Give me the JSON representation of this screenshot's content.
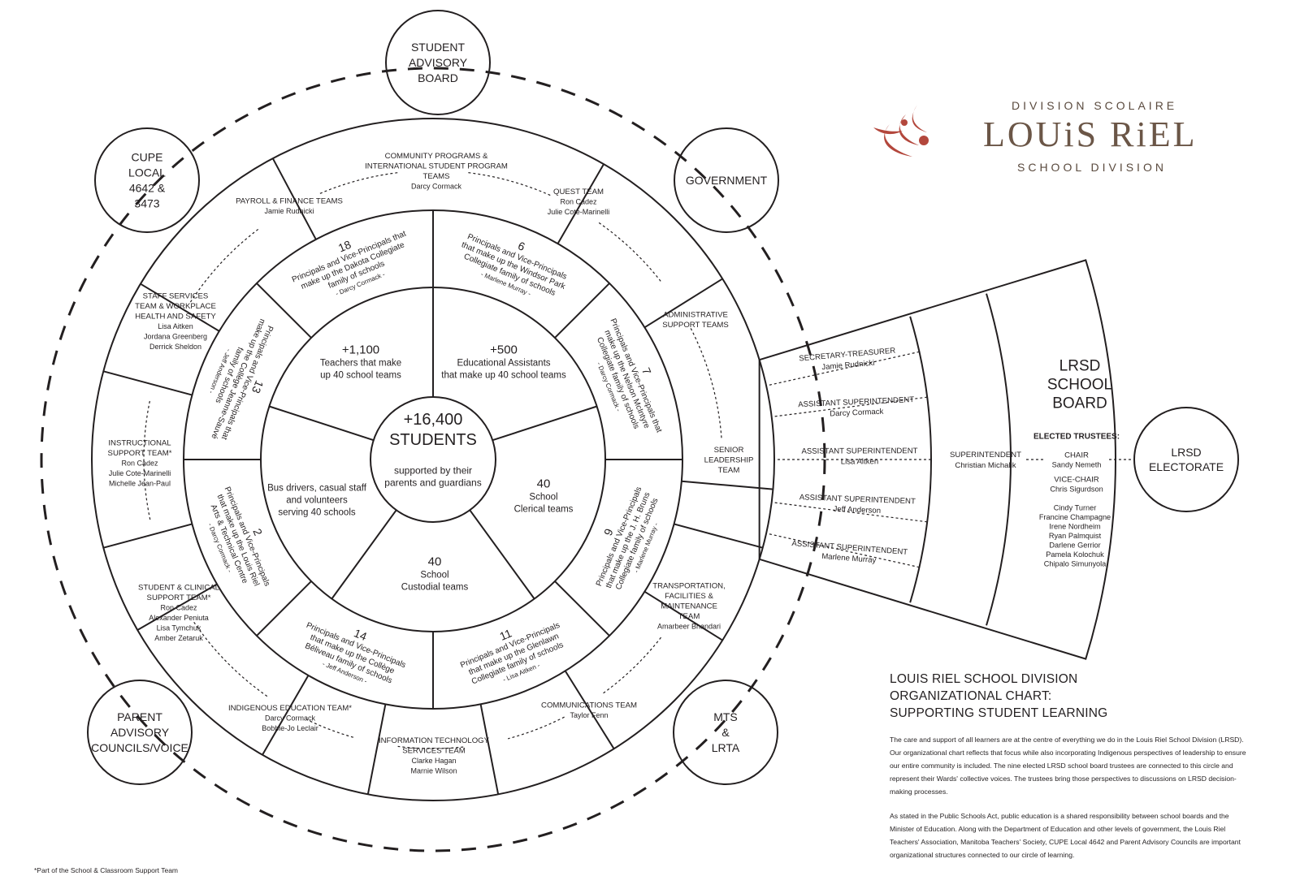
{
  "center": {
    "number": "+16,400",
    "title": "STUDENTS",
    "lines": [
      "supported by their",
      "parents and guardians"
    ]
  },
  "inner_segments": [
    {
      "lines": [
        "+1,100",
        "Teachers that make",
        "up 40 school teams"
      ]
    },
    {
      "lines": [
        "+500",
        "Educational Assistants",
        "that make up 40 school teams"
      ]
    },
    {
      "lines": [
        "40",
        "School",
        "Clerical teams"
      ]
    },
    {
      "lines": [
        "40",
        "School",
        "Custodial teams"
      ]
    },
    {
      "lines": [
        "Bus drivers, casual staff",
        "and volunteers",
        "serving 40 schools"
      ]
    }
  ],
  "families": [
    {
      "count": "18",
      "lines": [
        "Principals and Vice-Principals that",
        "make up the Dakota Collegiate",
        "family of schools",
        "- Darcy Cormack -"
      ]
    },
    {
      "count": "6",
      "lines": [
        "Principals and Vice-Principals",
        "that make up the Windsor Park",
        "Collegiate family of schools",
        "- Marlene Murray -"
      ]
    },
    {
      "count": "7",
      "lines": [
        "Principals and Vice-Principals that",
        "make up the Nelson McIntyre",
        "Collegiate family of schools",
        "- Darcy Cormack -"
      ]
    },
    {
      "count": "9",
      "lines": [
        "Principals and Vice-Principals",
        "that make up the J. H. Bruns",
        "Collegiate family of schools",
        "- Marlene Murray -"
      ]
    },
    {
      "count": "11",
      "lines": [
        "Principals and Vice-Principals",
        "that make up the Glenlawn",
        "Collegiate family of schools",
        "- Lisa Aitken -"
      ]
    },
    {
      "count": "14",
      "lines": [
        "Principals and Vice-Principals",
        "that make up the Collège",
        "Béliveau family of schools",
        "- Jeff Anderson -"
      ]
    },
    {
      "count": "2",
      "lines": [
        "Principals and Vice-Principals",
        "that make up the Louis Riel",
        "Arts & Technical Centre",
        "- Darcy Cormack -"
      ]
    },
    {
      "count": "13",
      "lines": [
        "Principals and Vice-Principals that",
        "make up the Collège Jeanne-Sauvé",
        "family of schools",
        "- Jeff Anderson -"
      ]
    }
  ],
  "teams": [
    {
      "title": [
        "COMMUNITY PROGRAMS &",
        "INTERNATIONAL STUDENT PROGRAM",
        "TEAMS"
      ],
      "members": [
        "Darcy Cormack"
      ]
    },
    {
      "title": [
        "QUEST TEAM"
      ],
      "members": [
        "Ron Cadez",
        "Julie Cote-Marinelli"
      ]
    },
    {
      "title": [
        "ADMINISTRATIVE",
        "SUPPORT TEAMS"
      ],
      "members": []
    },
    {
      "title": [
        "SENIOR",
        "LEADERSHIP",
        "TEAM"
      ],
      "members": []
    },
    {
      "title": [
        "TRANSPORTATION,",
        "FACILITIES &",
        "MAINTENANCE",
        "TEAM"
      ],
      "members": [
        "Amarbeer Bhandari"
      ]
    },
    {
      "title": [
        "COMMUNICATIONS TEAM"
      ],
      "members": [
        "Taylor Fenn"
      ]
    },
    {
      "title": [
        "INFORMATION TECHNOLOGY",
        "SERVICES TEAM"
      ],
      "members": [
        "Clarke Hagan",
        "Marnie Wilson"
      ]
    },
    {
      "title": [
        "INDIGENOUS EDUCATION TEAM*"
      ],
      "members": [
        "Darcy Cormack",
        "Bobbie-Jo Leclair"
      ]
    },
    {
      "title": [
        "STUDENT & CLINICAL",
        "SUPPORT TEAM*"
      ],
      "members": [
        "Ron Cadez",
        "Alexander Peniuta",
        "Lisa Tymchuk",
        "Amber Zetaruk"
      ]
    },
    {
      "title": [
        "INSTRUCTIONAL",
        "SUPPORT TEAM*"
      ],
      "members": [
        "Ron Cadez",
        "Julie Cote-Marinelli",
        "Michelle Jean-Paul"
      ]
    },
    {
      "title": [
        "STAFF SERVICES",
        "TEAM & WORKPLACE",
        "HEALTH AND SAFETY"
      ],
      "members": [
        "Lisa Aitken",
        "Jordana Greenberg",
        "Derrick Sheldon"
      ]
    },
    {
      "title": [
        "PAYROLL & FINANCE TEAMS"
      ],
      "members": [
        "Jamie Rudnicki"
      ]
    }
  ],
  "partners": [
    {
      "lines": [
        "STUDENT",
        "ADVISORY",
        "BOARD"
      ]
    },
    {
      "lines": [
        "GOVERNMENT"
      ]
    },
    {
      "lines": [
        "MTS",
        "&",
        "LRTA"
      ]
    },
    {
      "lines": [
        "PARENT",
        "ADVISORY",
        "COUNCILS/VOICE"
      ]
    },
    {
      "lines": [
        "CUPE",
        "LOCAL",
        "4642 &",
        "3473"
      ]
    }
  ],
  "leadership": [
    {
      "role": "SECRETARY-TREASURER",
      "name": "Jamie Rudnicki"
    },
    {
      "role": "ASSISTANT SUPERINTENDENT",
      "name": "Darcy Cormack"
    },
    {
      "role": "ASSISTANT SUPERINTENDENT",
      "name": "Lisa Aitken"
    },
    {
      "role": "ASSISTANT SUPERINTENDENT",
      "name": "Jeff Anderson"
    },
    {
      "role": "ASSISTANT SUPERINTENDENT",
      "name": "Marlene Murray"
    }
  ],
  "superintendent": {
    "role": "SUPERINTENDENT",
    "name": "Christian Michalik"
  },
  "board": {
    "title": [
      "LRSD",
      "SCHOOL",
      "BOARD"
    ],
    "trustees_label": "ELECTED TRUSTEES:",
    "chair_label": "CHAIR",
    "chair": "Sandy Nemeth",
    "vice_chair_label": "VICE-CHAIR",
    "vice_chair": "Chris Sigurdson",
    "trustees": [
      "Cindy Turner",
      "Francine Champagne",
      "Irene Nordheim",
      "Ryan Palmquist",
      "Darlene Gerrior",
      "Pamela Kolochuk",
      "Chipalo Simunyola"
    ]
  },
  "electorate": {
    "lines": [
      "LRSD",
      "ELECTORATE"
    ]
  },
  "logo": {
    "top": "DIVISION SCOLAIRE",
    "main": "LOUiS RiEL",
    "bottom": "SCHOOL DIVISION",
    "color": "#b3473c"
  },
  "description": {
    "title": [
      "LOUIS RIEL SCHOOL DIVISION",
      "ORGANIZATIONAL CHART:",
      "SUPPORTING STUDENT LEARNING"
    ],
    "p1": "The care and support of all learners are at the centre of everything we do in the Louis Riel School Division (LRSD). Our organizational chart reflects that focus while also incorporating Indigenous perspectives of leadership to ensure our entire community is included. The nine elected LRSD school board trustees are connected to this circle and represent their Wards' collective voices. The trustees bring those perspectives to discussions on LRSD decision-making processes.",
    "p2": "As stated in the Public Schools Act, public education is a shared responsibility between school boards and the Minister of Education. Along with the Department of Education and other levels of government, the Louis Riel Teachers' Association, Manitoba Teachers' Society, CUPE Local 4642 and Parent Advisory Councils are important organizational structures connected to our circle of learning."
  },
  "footnote": "*Part of the School & Classroom Support Team"
}
